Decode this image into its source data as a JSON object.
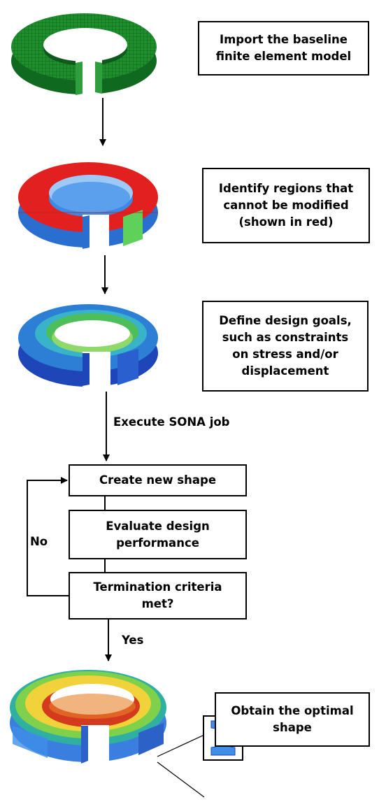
{
  "steps": {
    "import": "Import the baseline\nfinite element model",
    "identify": "Identify regions that\ncannot be modified\n(shown in red)",
    "define": "Define design goals,\nsuch as constraints\non stress and/or\ndisplacement",
    "create": "Create new shape",
    "evaluate": "Evaluate design\nperformance",
    "termination": "Termination criteria\nmet?",
    "obtain": "Obtain the optimal\nshape"
  },
  "edge_labels": {
    "execute": "Execute SONA job",
    "no": "No",
    "yes": "Yes"
  },
  "colors": {
    "mesh_green": "#1f8f2e",
    "fixed_red": "#e32020",
    "design_blue": "#2a6fd0",
    "stress_green": "#4dbf5a",
    "stress_red": "#d43a1e",
    "stress_yellow": "#f2d23a"
  }
}
